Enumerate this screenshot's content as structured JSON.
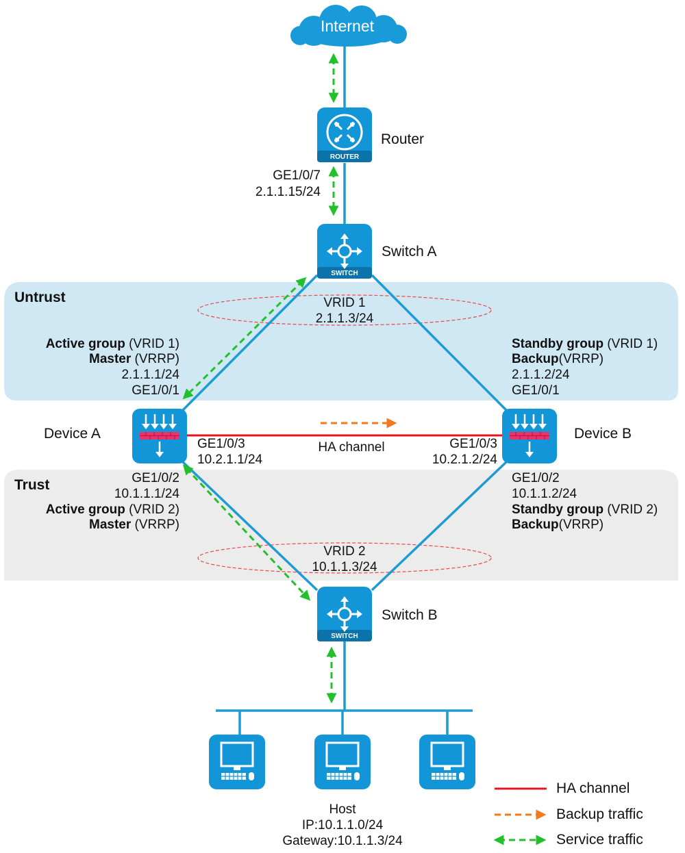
{
  "colors": {
    "link": "#1f9bd3",
    "device": "#1296d8",
    "ha": "#e8141b",
    "backup": "#f07a1c",
    "service": "#22c02a",
    "untrust_zone": "#cfe8f4",
    "trust_zone": "#ececec",
    "vrid_ring": "#ee4444"
  },
  "internet": {
    "label": "Internet"
  },
  "router": {
    "name": "Router",
    "badge": "ROUTER",
    "port": "GE1/0/7",
    "ip": "2.1.1.15/24"
  },
  "switch_a": {
    "name": "Switch A",
    "badge": "SWITCH"
  },
  "switch_b": {
    "name": "Switch B",
    "badge": "SWITCH"
  },
  "zones": {
    "untrust": {
      "label": "Untrust"
    },
    "trust": {
      "label": "Trust"
    }
  },
  "vrid1": {
    "name": "VRID 1",
    "ip": "2.1.1.3/24"
  },
  "vrid2": {
    "name": "VRID 2",
    "ip": "10.1.1.3/24"
  },
  "device_a": {
    "name": "Device A",
    "up": {
      "group_bold": "Active group",
      "group_rest": " (VRID 1)",
      "role_bold": "Master",
      "role_rest": " (VRRP)",
      "ip": "2.1.1.1/24",
      "port": "GE1/0/1"
    },
    "ha": {
      "port": "GE1/0/3",
      "ip": "10.2.1.1/24"
    },
    "down": {
      "port": "GE1/0/2",
      "ip": "10.1.1.1/24",
      "group_bold": "Active group",
      "group_rest": " (VRID 2)",
      "role_bold": "Master",
      "role_rest": " (VRRP)"
    }
  },
  "device_b": {
    "name": "Device B",
    "up": {
      "group_bold": "Standby group",
      "group_rest": " (VRID 1)",
      "role_bold": "Backup",
      "role_rest": "(VRRP)",
      "ip": "2.1.1.2/24",
      "port": "GE1/0/1"
    },
    "ha": {
      "port": "GE1/0/3",
      "ip": "10.2.1.2/24"
    },
    "down": {
      "port": "GE1/0/2",
      "ip": "10.1.1.2/24",
      "group_bold": "Standby group",
      "group_rest": " (VRID 2)",
      "role_bold": "Backup",
      "role_rest": "(VRRP)"
    }
  },
  "ha_channel": {
    "label": "HA channel"
  },
  "host": {
    "name": "Host",
    "ip": "IP:10.1.1.0/24",
    "gateway": "Gateway:10.1.1.3/24"
  },
  "legend": {
    "ha": "HA channel",
    "backup": "Backup traffic",
    "service": "Service traffic"
  },
  "icons": [
    "cloud-icon",
    "router-icon",
    "switch-icon",
    "firewall-icon",
    "pc-icon"
  ]
}
